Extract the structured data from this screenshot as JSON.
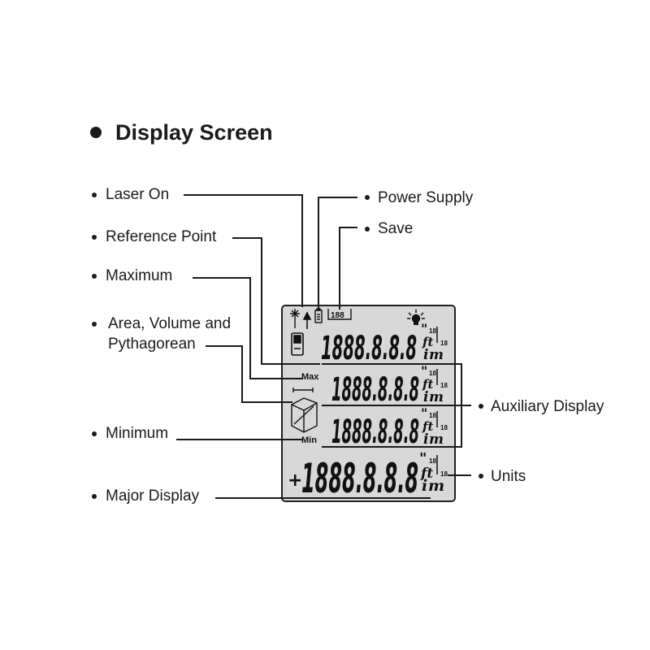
{
  "title": "Display Screen",
  "labels": {
    "laser_on": "Laser On",
    "reference_point": "Reference Point",
    "maximum": "Maximum",
    "area_line1": "Area, Volume and",
    "area_line2": "Pythagorean",
    "minimum": "Minimum",
    "major_display": "Major Display",
    "power_supply": "Power Supply",
    "save": "Save",
    "auxiliary_display": "Auxiliary Display",
    "units": "Units"
  },
  "lcd": {
    "digits": "1888.8.8.8",
    "max_label": "Max",
    "min_label": "Min",
    "memory_label": "188",
    "plus_sign": "+",
    "unit_inch": "\"",
    "unit_ft": "ft",
    "unit_m": "m",
    "unit_i": "i",
    "unit_fraction": "18"
  },
  "colors": {
    "lcd_background": "#d8d8d8",
    "lcd_border": "#222222",
    "ink": "#1a1a1a",
    "leader_line": "#1a1a1a"
  }
}
